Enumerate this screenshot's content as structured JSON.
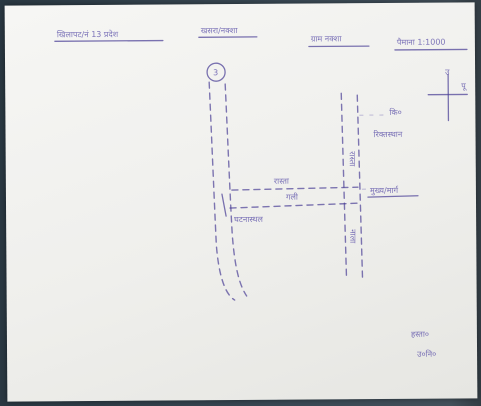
{
  "photo": {
    "subject": "",
    "colors": {
      "background": "#2e3a44",
      "paper": "#f2f2ef",
      "ink": "#4a3f95"
    }
  },
  "sketch": {
    "header_left": "खिलापट/नं 13 प्रदेश",
    "header_center": "खसरा/नक्शा",
    "header_mid": "ग्राम नक्शा",
    "header_right": "पैमाना 1:1000",
    "north_label": "उ",
    "east_label": "पू",
    "top_circle_label": "3",
    "label_right_top_1": "कि०",
    "label_right_top_2": "रिक्तस्थान",
    "label_road_1": "रास्ता",
    "label_road_2": "गली",
    "label_junction": "मुख्य/मार्ग",
    "label_left_bottom": "घटनास्थल",
    "label_vertical_1": "रास्ता",
    "label_vertical_2": "नाला",
    "signature": "हस्ता०",
    "signature_sub": "उ०नि०"
  }
}
